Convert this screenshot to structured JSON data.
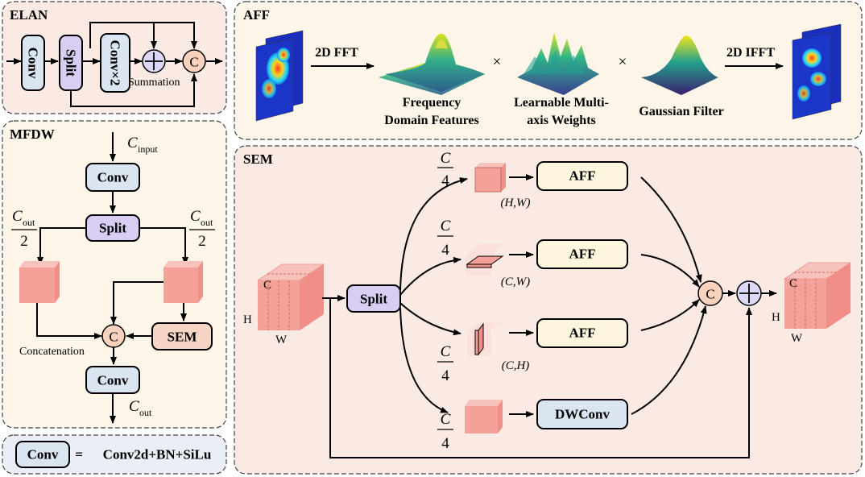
{
  "elan": {
    "title": "ELAN",
    "conv": "Conv",
    "split": "Split",
    "conv2": "Conv×2",
    "summation": "Summation",
    "concat": "C"
  },
  "aff": {
    "title": "AFF",
    "fft": "2D FFT",
    "ifft": "2D IFFT",
    "freq1": "Frequency",
    "freq2": "Domain Features",
    "learn1": "Learnable Multi-",
    "learn2": "axis Weights",
    "gauss": "Gaussian Filter",
    "times": "×"
  },
  "mfdw": {
    "title": "MFDW",
    "cinput_c": "C",
    "cinput_sub": "input",
    "conv_top": "Conv",
    "split": "Split",
    "cout_c": "C",
    "cout_sub": "out",
    "two": "2",
    "concat": "C",
    "concatenation": "Concatenation",
    "sem": "SEM",
    "conv_bottom": "Conv"
  },
  "legend": {
    "conv": "Conv",
    "equals": "=",
    "def": "Conv2d+BN+SiLu"
  },
  "sem": {
    "title": "SEM",
    "split": "Split",
    "frac_c": "C",
    "frac_4": "4",
    "aff": "AFF",
    "dwconv": "DWConv",
    "hw": "(H,W)",
    "cw": "(C,W)",
    "ch": "(C,H)",
    "concat": "C",
    "dim_c": "C",
    "dim_h": "H",
    "dim_w": "W"
  },
  "colors": {
    "elan_bg": "#fbe9e4",
    "mfdw_bg": "#fdf6e8",
    "aff_bg": "#fdf6e8",
    "sem_bg": "#fbe9e4",
    "conv_fill": "#dbe5f1",
    "split_fill": "#d8cdf3",
    "sem_fill": "#f6d5c5",
    "aff_fill": "#fdf6dc",
    "tensor": "#f4a19a",
    "plus_fill": "#dcd8f6",
    "concat_fill": "#f8d2bd"
  }
}
